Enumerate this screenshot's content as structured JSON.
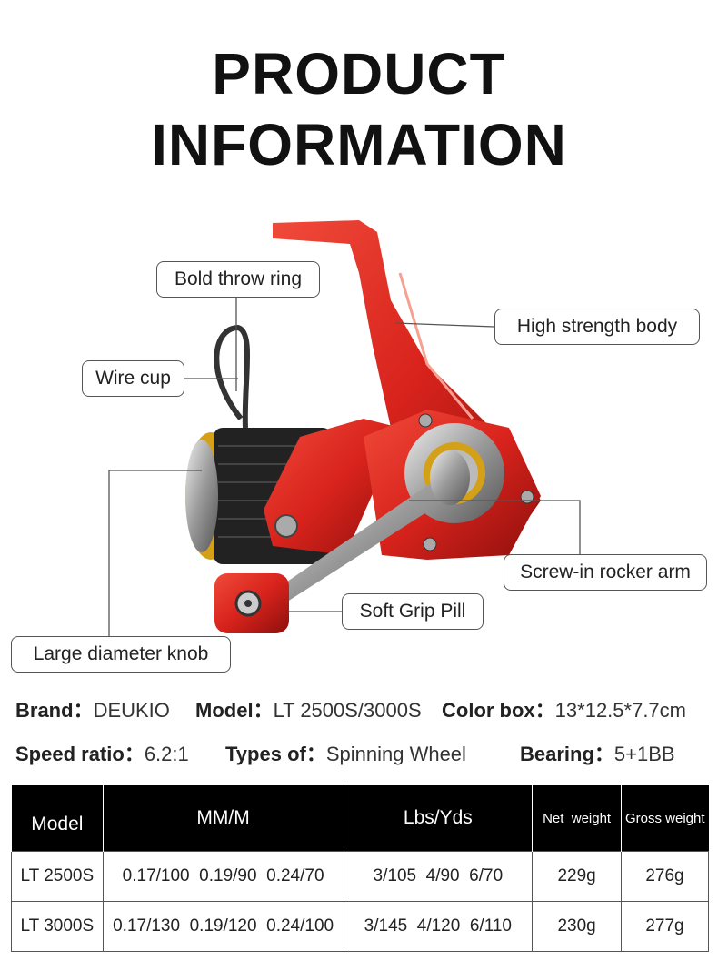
{
  "title": {
    "line1": "PRODUCT",
    "line2": "INFORMATION"
  },
  "callouts": {
    "throw_ring": "Bold throw ring",
    "wire_cup": "Wire cup",
    "body": "High strength body",
    "rocker_arm": "Screw-in rocker arm",
    "grip": "Soft Grip Pill",
    "knob": "Large diameter knob"
  },
  "specs": {
    "brand_label": "Brand：",
    "brand": "DEUKIO",
    "model_label": "Model：",
    "model": "LT 2500S/3000S",
    "box_label": "Color box：",
    "box": "13*12.5*7.7cm",
    "ratio_label": "Speed ratio：",
    "ratio": "6.2:1",
    "type_label": "Types of：",
    "type": "Spinning Wheel",
    "bearing_label": "Bearing：",
    "bearing": "5+1BB"
  },
  "table": {
    "headers": [
      "Model",
      "MM/M",
      "Lbs/Yds",
      "Net  weight",
      "Gross weight"
    ],
    "rows": [
      [
        "LT 2500S",
        "0.17/100  0.19/90  0.24/70",
        "3/105  4/90  6/70",
        "229g",
        "276g"
      ],
      [
        "LT 3000S",
        "0.17/130  0.19/120  0.24/100",
        "3/145  4/120  6/110",
        "230g",
        "277g"
      ]
    ]
  },
  "colors": {
    "reel_red": "#d8231c",
    "gold": "#d4a017"
  }
}
